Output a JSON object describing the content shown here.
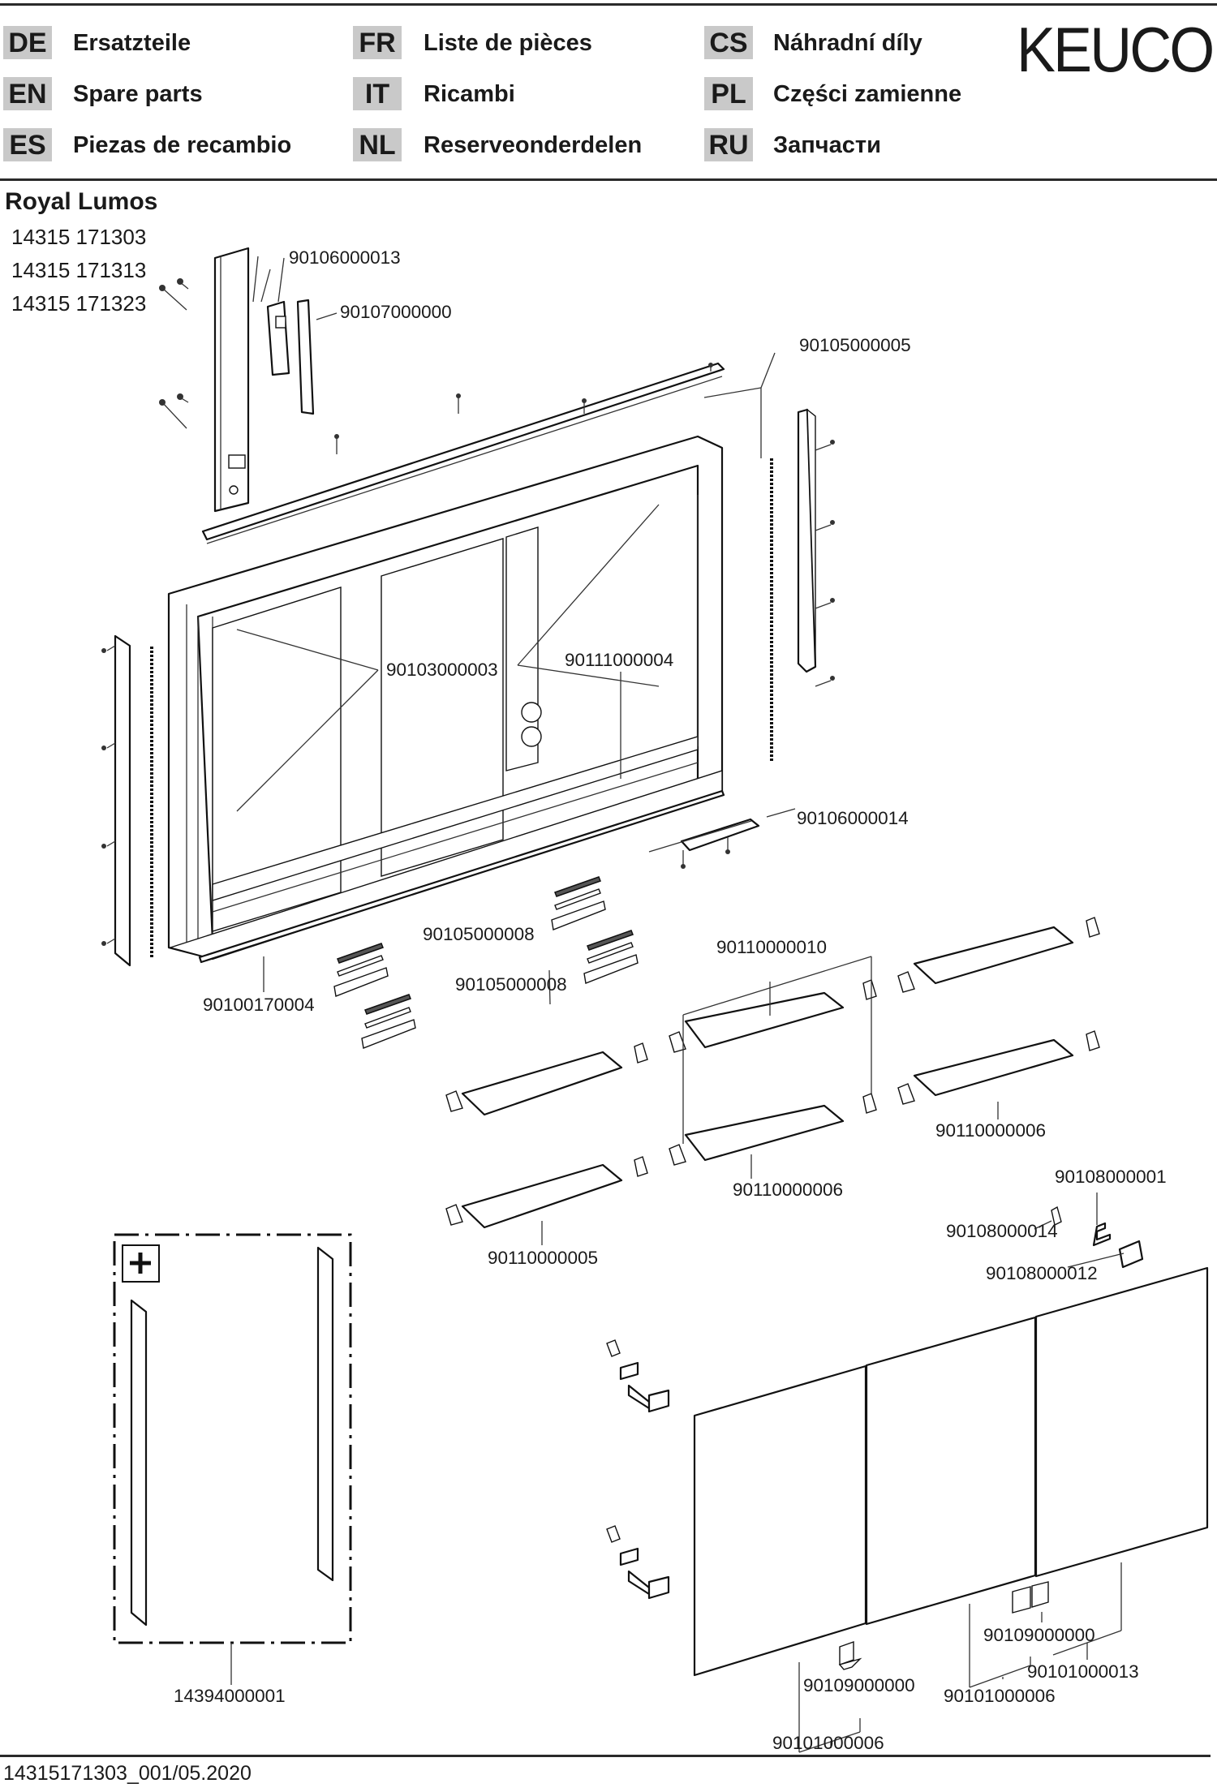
{
  "header": {
    "languages": [
      {
        "code": "DE",
        "label": "Ersatzteile"
      },
      {
        "code": "EN",
        "label": "Spare parts"
      },
      {
        "code": "ES",
        "label": "Piezas de recambio"
      },
      {
        "code": "FR",
        "label": "Liste de pièces"
      },
      {
        "code": "IT",
        "label": "Ricambi"
      },
      {
        "code": "NL",
        "label": "Reserveonderdelen"
      },
      {
        "code": "CS",
        "label": "Náhradní díly"
      },
      {
        "code": "PL",
        "label": "Części zamienne"
      },
      {
        "code": "RU",
        "label": "Запчасти"
      }
    ],
    "brand": "KEUCO"
  },
  "product": {
    "name": "Royal Lumos",
    "article_numbers": [
      "14315 171303",
      "14315 171313",
      "14315 171323"
    ]
  },
  "parts": {
    "control_unit": "90106000013",
    "cover_strip": "90107000000",
    "top_light_profile": "90105000005",
    "shelf_screws": "90103000003",
    "cabinet_body": "90111000004",
    "bottom_sensor": "90106000014",
    "bottom_profile": "90100170004",
    "light_profile_set_a": "90105000008",
    "light_profile_set_b": "90105000008",
    "shelf_set_top": "90110000010",
    "shelf_right_upper": "90110000006",
    "shelf_middle_lower": "90110000006",
    "shelf_left_lower": "90110000005",
    "hinge_cap": "90108000001",
    "hinge_pad": "90108000014",
    "hinge": "90108000012",
    "side_panel_accessory": "14394000001",
    "door_handle_left": "90109000000",
    "door_left": "90101000006",
    "door_handle_right": "90109000000",
    "door_middle": "90101000006",
    "door_right": "90101000013"
  },
  "accessory_box": {
    "icon": "plus-icon"
  },
  "footer": {
    "doc_id": "14315171303_001/05.2020"
  }
}
